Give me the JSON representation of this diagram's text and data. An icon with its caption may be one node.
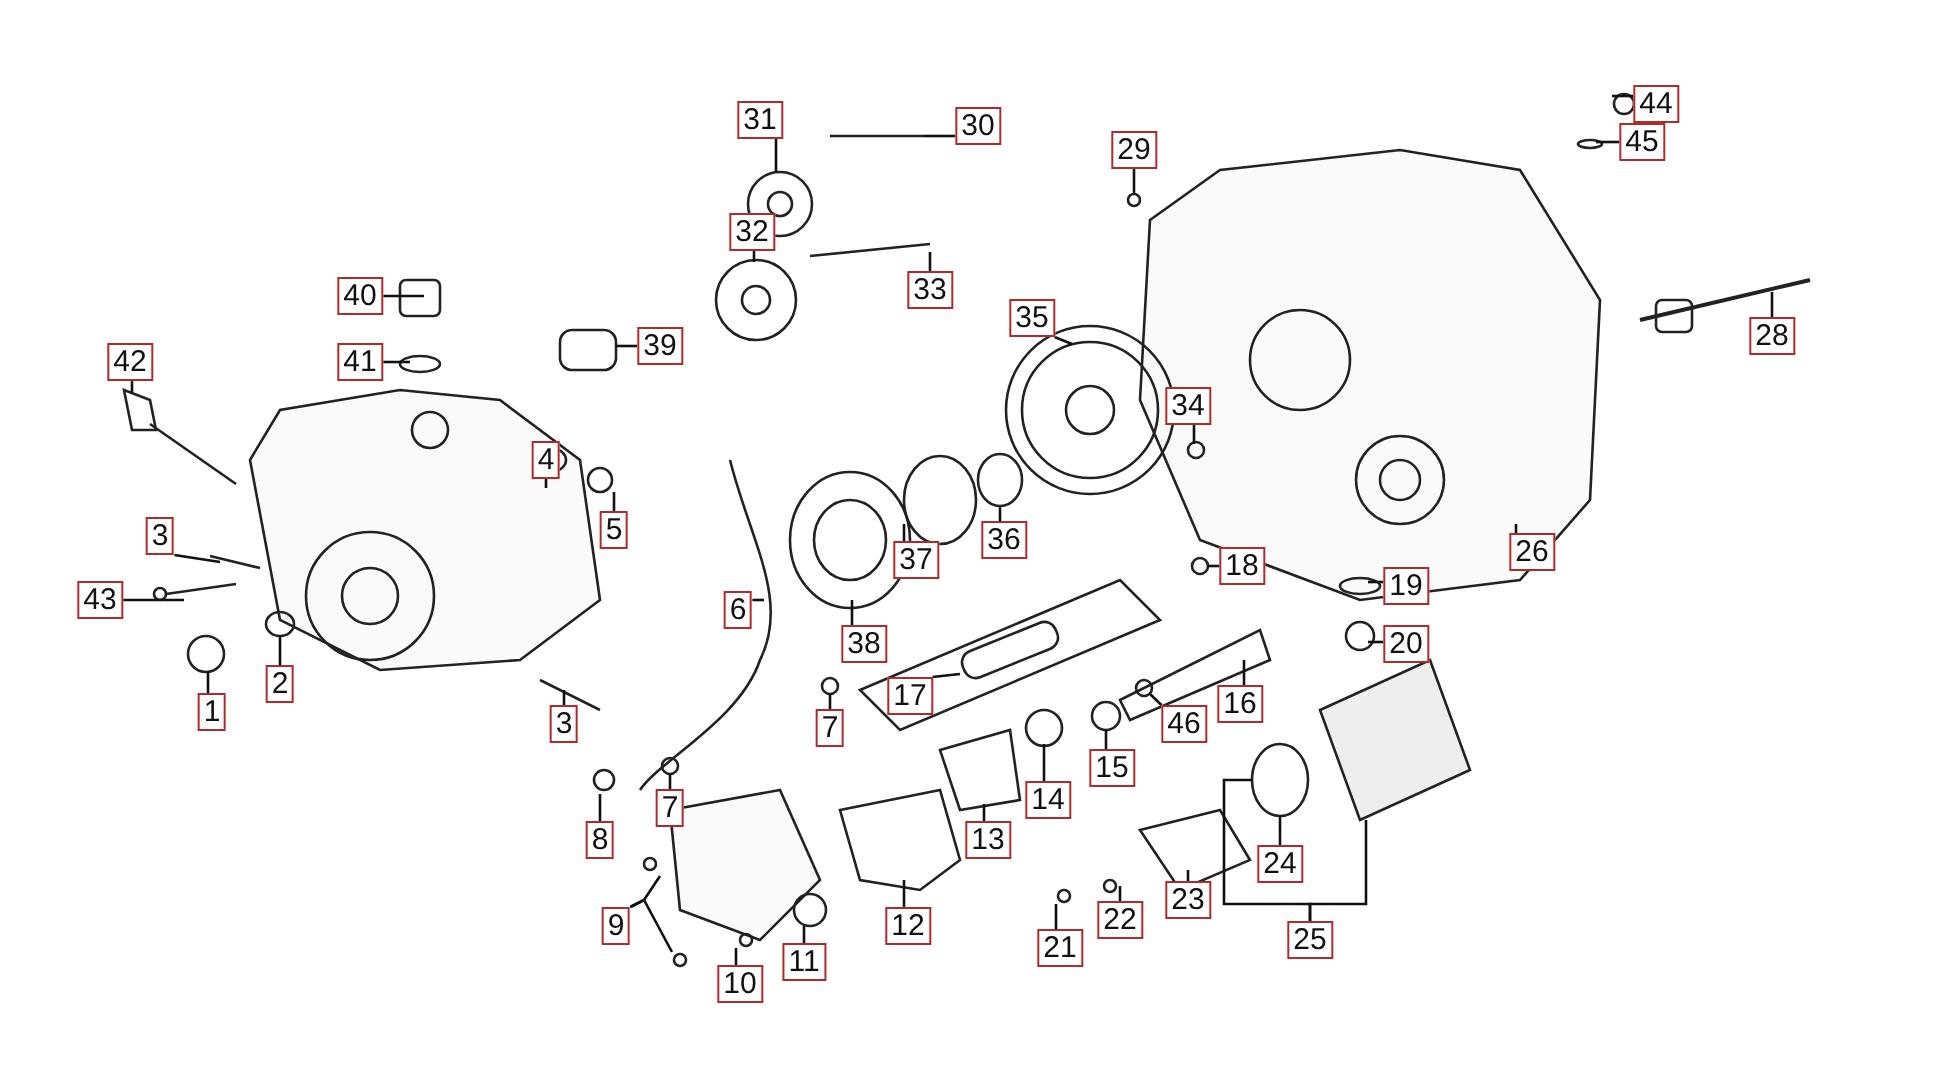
{
  "diagram": {
    "nodes": [
      {
        "text": [
          "44"
        ]
      },
      {
        "text": [
          "30"
        ]
      },
      {
        "text": [
          "31"
        ]
      },
      {
        "text": [
          "45"
        ]
      },
      {
        "text": [
          "29"
        ]
      },
      {
        "text": [
          "32"
        ]
      },
      {
        "text": [
          "33"
        ]
      },
      {
        "text": [
          "40"
        ]
      },
      {
        "text": [
          "35"
        ]
      },
      {
        "text": [
          "28"
        ]
      },
      {
        "text": [
          "39"
        ]
      },
      {
        "text": [
          "41"
        ]
      },
      {
        "text": [
          "42"
        ]
      },
      {
        "text": [
          "34"
        ]
      },
      {
        "text": [
          "4"
        ]
      },
      {
        "text": [
          "5"
        ]
      },
      {
        "text": [
          "36"
        ]
      },
      {
        "text": [
          "3"
        ]
      },
      {
        "text": [
          "26"
        ]
      },
      {
        "text": [
          "18"
        ]
      },
      {
        "text": [
          "37"
        ]
      },
      {
        "text": [
          "19"
        ]
      },
      {
        "text": [
          "43"
        ]
      },
      {
        "text": [
          "6"
        ]
      },
      {
        "text": [
          "38"
        ]
      },
      {
        "text": [
          "20"
        ]
      },
      {
        "text": [
          "2"
        ]
      },
      {
        "text": [
          "17"
        ]
      },
      {
        "text": [
          "16"
        ]
      },
      {
        "text": [
          "1"
        ]
      },
      {
        "text": [
          "46"
        ]
      },
      {
        "text": [
          "7"
        ]
      },
      {
        "text": [
          "3"
        ]
      },
      {
        "text": [
          "15"
        ]
      },
      {
        "text": [
          "14"
        ]
      },
      {
        "text": [
          "7"
        ]
      },
      {
        "text": [
          "8"
        ]
      },
      {
        "text": [
          "13"
        ]
      },
      {
        "text": [
          "24"
        ]
      },
      {
        "text": [
          "23"
        ]
      },
      {
        "text": [
          "9"
        ]
      },
      {
        "text": [
          "12"
        ]
      },
      {
        "text": [
          "22"
        ]
      },
      {
        "text": [
          "25"
        ]
      },
      {
        "text": [
          "21"
        ]
      },
      {
        "text": [
          "11"
        ]
      },
      {
        "text": [
          "10"
        ]
      }
    ],
    "edges": [
      {
        "from": 0,
        "to": null,
        "arrow": "none"
      },
      {
        "from": 1,
        "to": null,
        "arrow": "none"
      },
      {
        "from": 2,
        "to": null,
        "arrow": "none"
      },
      {
        "from": 3,
        "to": null,
        "arrow": "none"
      },
      {
        "from": 4,
        "to": null,
        "arrow": "none"
      },
      {
        "from": 5,
        "to": null,
        "arrow": "none"
      },
      {
        "from": 6,
        "to": null,
        "arrow": "none"
      },
      {
        "from": 7,
        "to": null,
        "arrow": "none"
      },
      {
        "from": 8,
        "to": null,
        "arrow": "none"
      },
      {
        "from": 9,
        "to": null,
        "arrow": "none"
      },
      {
        "from": 10,
        "to": null,
        "arrow": "none"
      },
      {
        "from": 11,
        "to": null,
        "arrow": "none"
      },
      {
        "from": 12,
        "to": null,
        "arrow": "none"
      },
      {
        "from": 13,
        "to": null,
        "arrow": "none"
      },
      {
        "from": 14,
        "to": null,
        "arrow": "none"
      },
      {
        "from": 15,
        "to": null,
        "arrow": "none"
      },
      {
        "from": 16,
        "to": null,
        "arrow": "none"
      },
      {
        "from": 17,
        "to": null,
        "arrow": "none"
      },
      {
        "from": 18,
        "to": null,
        "arrow": "none"
      },
      {
        "from": 19,
        "to": null,
        "arrow": "none"
      },
      {
        "from": 20,
        "to": null,
        "arrow": "none"
      },
      {
        "from": 21,
        "to": null,
        "arrow": "none"
      },
      {
        "from": 22,
        "to": null,
        "arrow": "none"
      },
      {
        "from": 23,
        "to": null,
        "arrow": "none"
      },
      {
        "from": 24,
        "to": null,
        "arrow": "none"
      },
      {
        "from": 25,
        "to": null,
        "arrow": "none"
      },
      {
        "from": 26,
        "to": null,
        "arrow": "none"
      },
      {
        "from": 27,
        "to": null,
        "arrow": "none"
      },
      {
        "from": 28,
        "to": null,
        "arrow": "none"
      },
      {
        "from": 29,
        "to": null,
        "arrow": "none"
      },
      {
        "from": 30,
        "to": null,
        "arrow": "none"
      },
      {
        "from": 31,
        "to": null,
        "arrow": "none"
      },
      {
        "from": 32,
        "to": null,
        "arrow": "none"
      },
      {
        "from": 33,
        "to": null,
        "arrow": "none"
      },
      {
        "from": 34,
        "to": null,
        "arrow": "none"
      },
      {
        "from": 35,
        "to": null,
        "arrow": "none"
      },
      {
        "from": 36,
        "to": null,
        "arrow": "none"
      },
      {
        "from": 37,
        "to": null,
        "arrow": "none"
      },
      {
        "from": 38,
        "to": null,
        "arrow": "none"
      },
      {
        "from": 39,
        "to": null,
        "arrow": "none"
      },
      {
        "from": 40,
        "to": null,
        "arrow": "none"
      },
      {
        "from": 40,
        "to": null,
        "arrow": "none"
      },
      {
        "from": 41,
        "to": null,
        "arrow": "none"
      },
      {
        "from": 42,
        "to": null,
        "arrow": "none"
      },
      {
        "from": 43,
        "to": null,
        "arrow": "none"
      },
      {
        "from": 43,
        "to": null,
        "arrow": "none"
      },
      {
        "from": 44,
        "to": null,
        "arrow": "none"
      },
      {
        "from": 45,
        "to": null,
        "arrow": "none"
      },
      {
        "from": 46,
        "to": null,
        "arrow": "none"
      }
    ]
  }
}
